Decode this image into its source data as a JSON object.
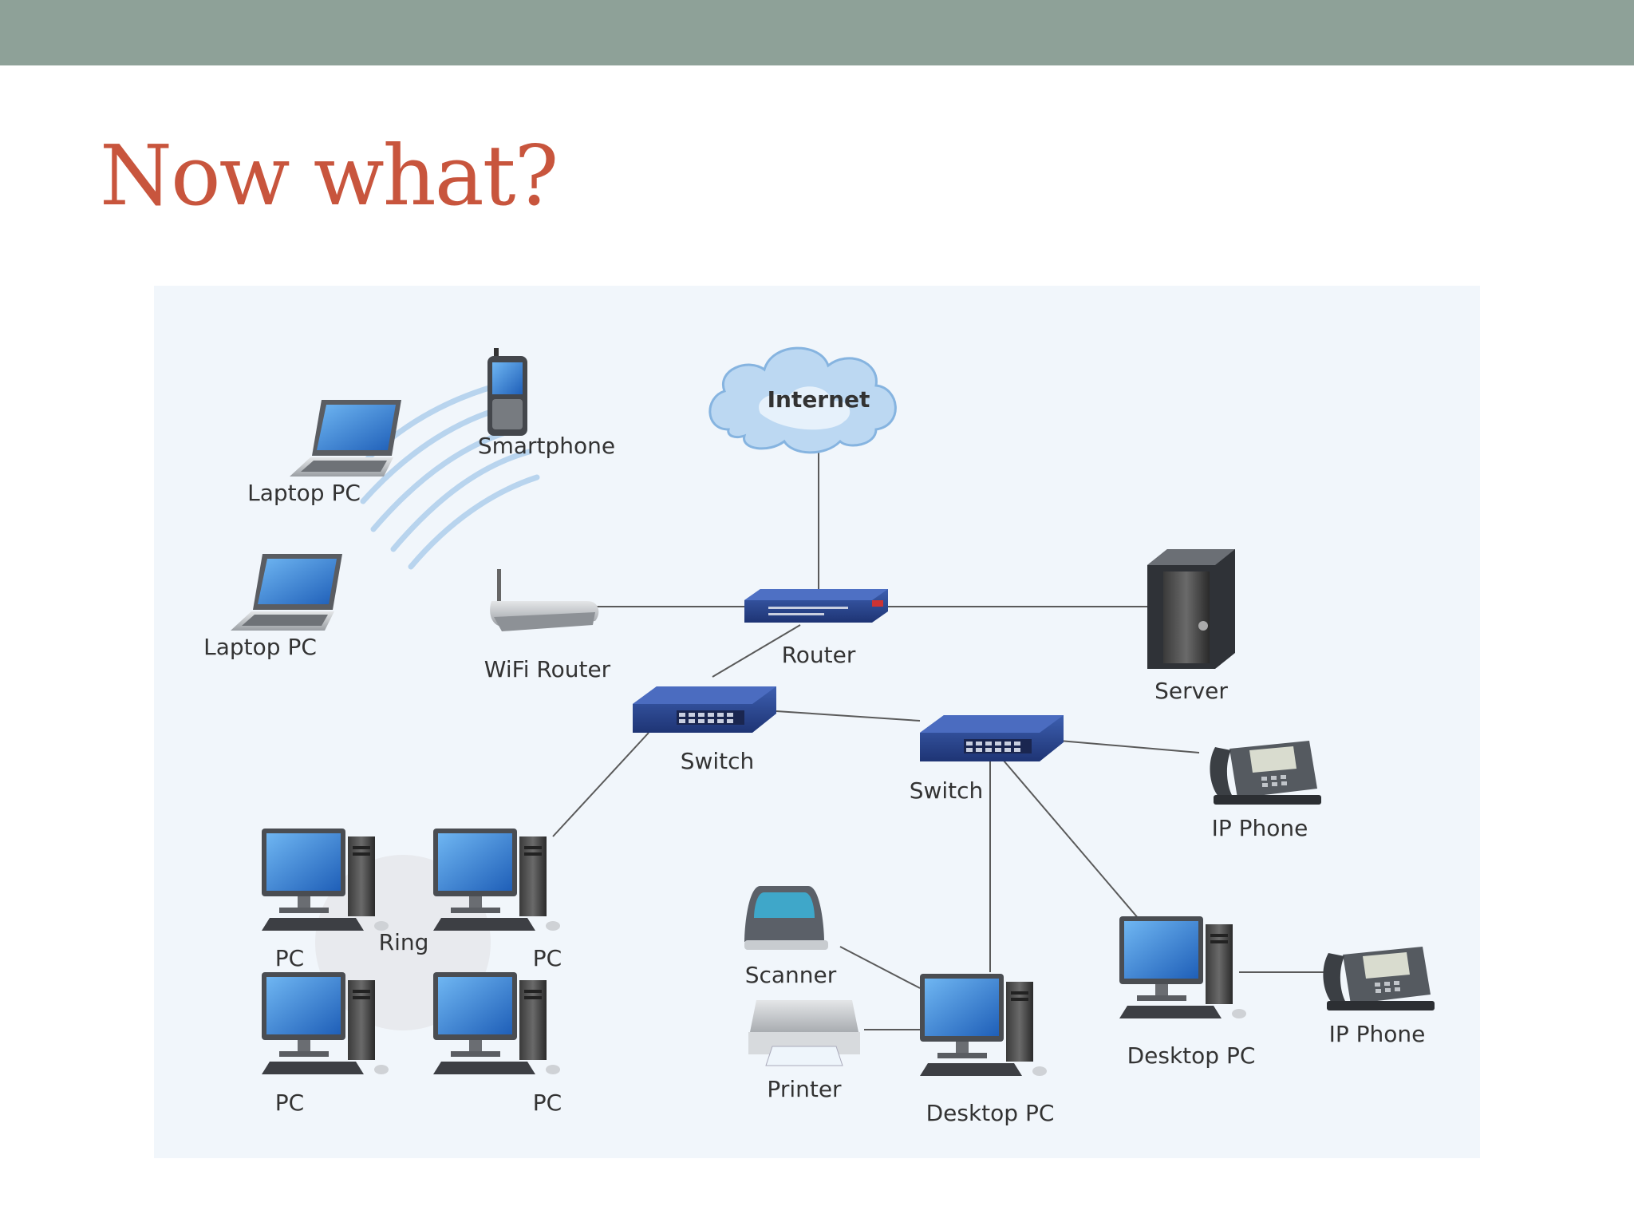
{
  "slide": {
    "title": "Now what?"
  },
  "diagram": {
    "nodes": {
      "internet": "Internet",
      "smartphone": "Smartphone",
      "laptop_1": "Laptop PC",
      "laptop_2": "Laptop PC",
      "wifi_router": "WiFi Router",
      "router": "Router",
      "server": "Server",
      "switch_1": "Switch",
      "switch_2": "Switch",
      "ip_phone_1": "IP Phone",
      "ip_phone_2": "IP Phone",
      "ring": "Ring",
      "pc_1": "PC",
      "pc_2": "PC",
      "pc_3": "PC",
      "pc_4": "PC",
      "scanner": "Scanner",
      "printer": "Printer",
      "desktop_pc_1": "Desktop PC",
      "desktop_pc_2": "Desktop PC"
    },
    "colors": {
      "title": "#c8553d",
      "header_bar": "#8ea198",
      "panel_bg": "#f1f6fb",
      "link": "#555555",
      "device_blue": "#2c4a94",
      "screen_blue": "#2f7fd6"
    }
  }
}
